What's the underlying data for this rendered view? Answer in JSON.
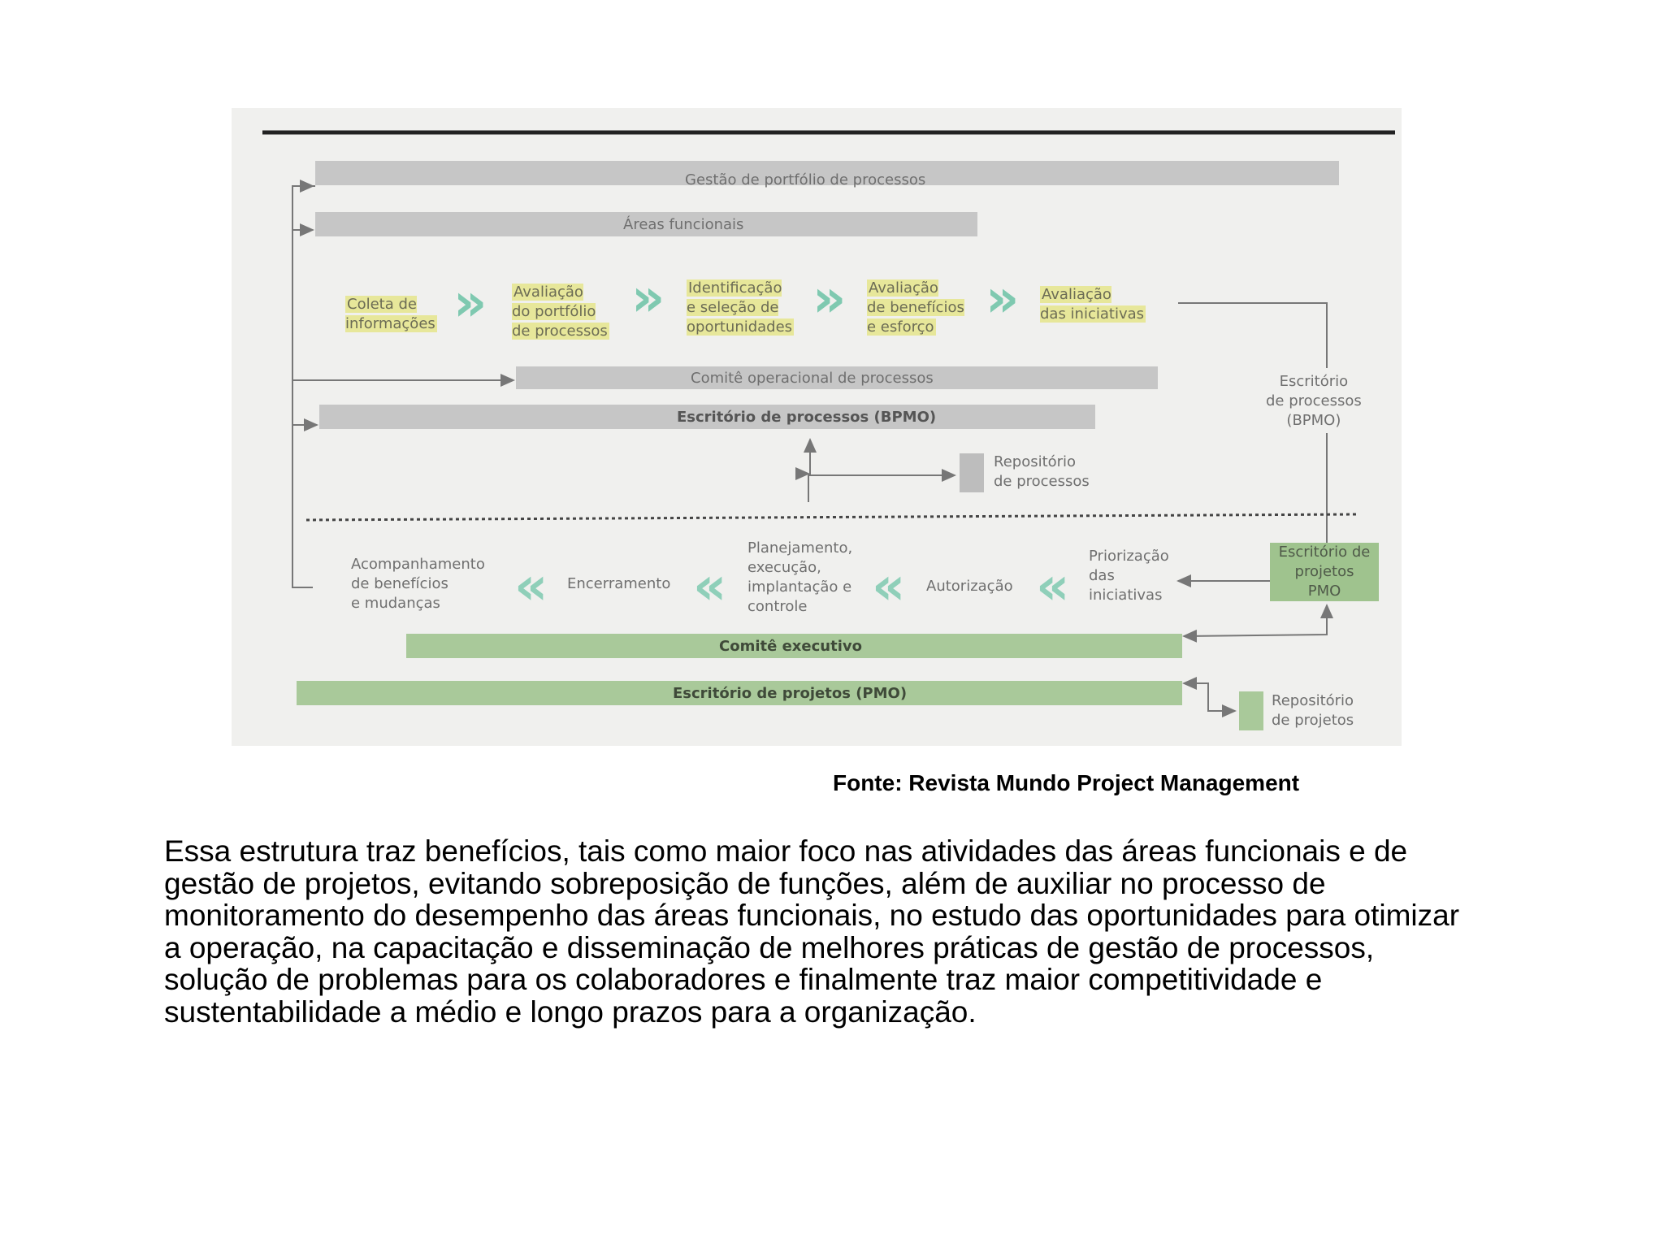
{
  "diagram": {
    "top_bars": {
      "portfolio": "Gestão de portfólio de processos",
      "functional_areas": "Áreas funcionais",
      "operational_committee": "Comitê operacional de processos",
      "bpmo_office": "Escritório de processos (BPMO)"
    },
    "forward_steps": [
      "Coleta de\ninformações",
      "Avaliação\ndo portfólio\nde processos",
      "Identificação\ne seleção de\noportunidades",
      "Avaliação\nde benefícios\ne esforço",
      "Avaliação\ndas iniciativas"
    ],
    "side_bpmo": "Escritório\nde processos\n(BPMO)",
    "process_repository": "Repositório\nde processos",
    "backward_steps": [
      "Acompanhamento\nde benefícios\ne mudanças",
      "Encerramento",
      "Planejamento,\nexecução,\nimplantação e\ncontrole",
      "Autorização",
      "Priorização\ndas\niniciativas"
    ],
    "side_pmo": "Escritório de\nprojetos\nPMO",
    "bottom_bars": {
      "executive_committee": "Comitê executivo",
      "pmo_office": "Escritório de projetos (PMO)"
    },
    "project_repository": "Repositório\nde projetos",
    "colors": {
      "gray_bar": "#c6c6c6",
      "green_bar": "#a9c99a",
      "chevron": "#7fc9b0",
      "highlight": "#e7e79a"
    }
  },
  "caption": "Fonte: Revista Mundo Project Management",
  "body_text": "Essa estrutura traz benefícios, tais como maior foco nas atividades das áreas funcionais e de\ngestão de projetos, evitando sobreposição de funções, além de auxiliar no processo de\nmonitoramento do desempenho das áreas funcionais, no estudo das oportunidades para otimizar\na operação, na capacitação e disseminação de melhores práticas de gestão de processos,\nsolução de problemas para os colaboradores e finalmente traz maior competitividade e\nsustentabilidade a médio e longo prazos para a organização."
}
